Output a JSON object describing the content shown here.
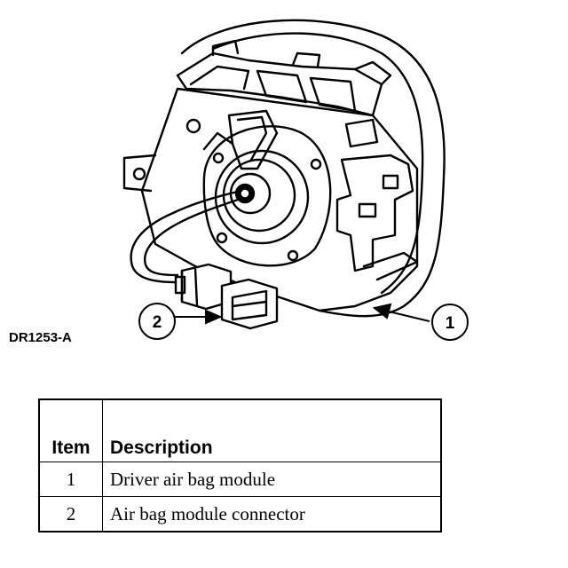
{
  "figure_id": "DR1253-A",
  "callouts": [
    {
      "number": "1"
    },
    {
      "number": "2"
    }
  ],
  "legend": {
    "headers": {
      "item": "Item",
      "description": "Description"
    },
    "rows": [
      {
        "item": "1",
        "description": "Driver air bag module"
      },
      {
        "item": "2",
        "description": "Air bag module connector"
      }
    ]
  }
}
